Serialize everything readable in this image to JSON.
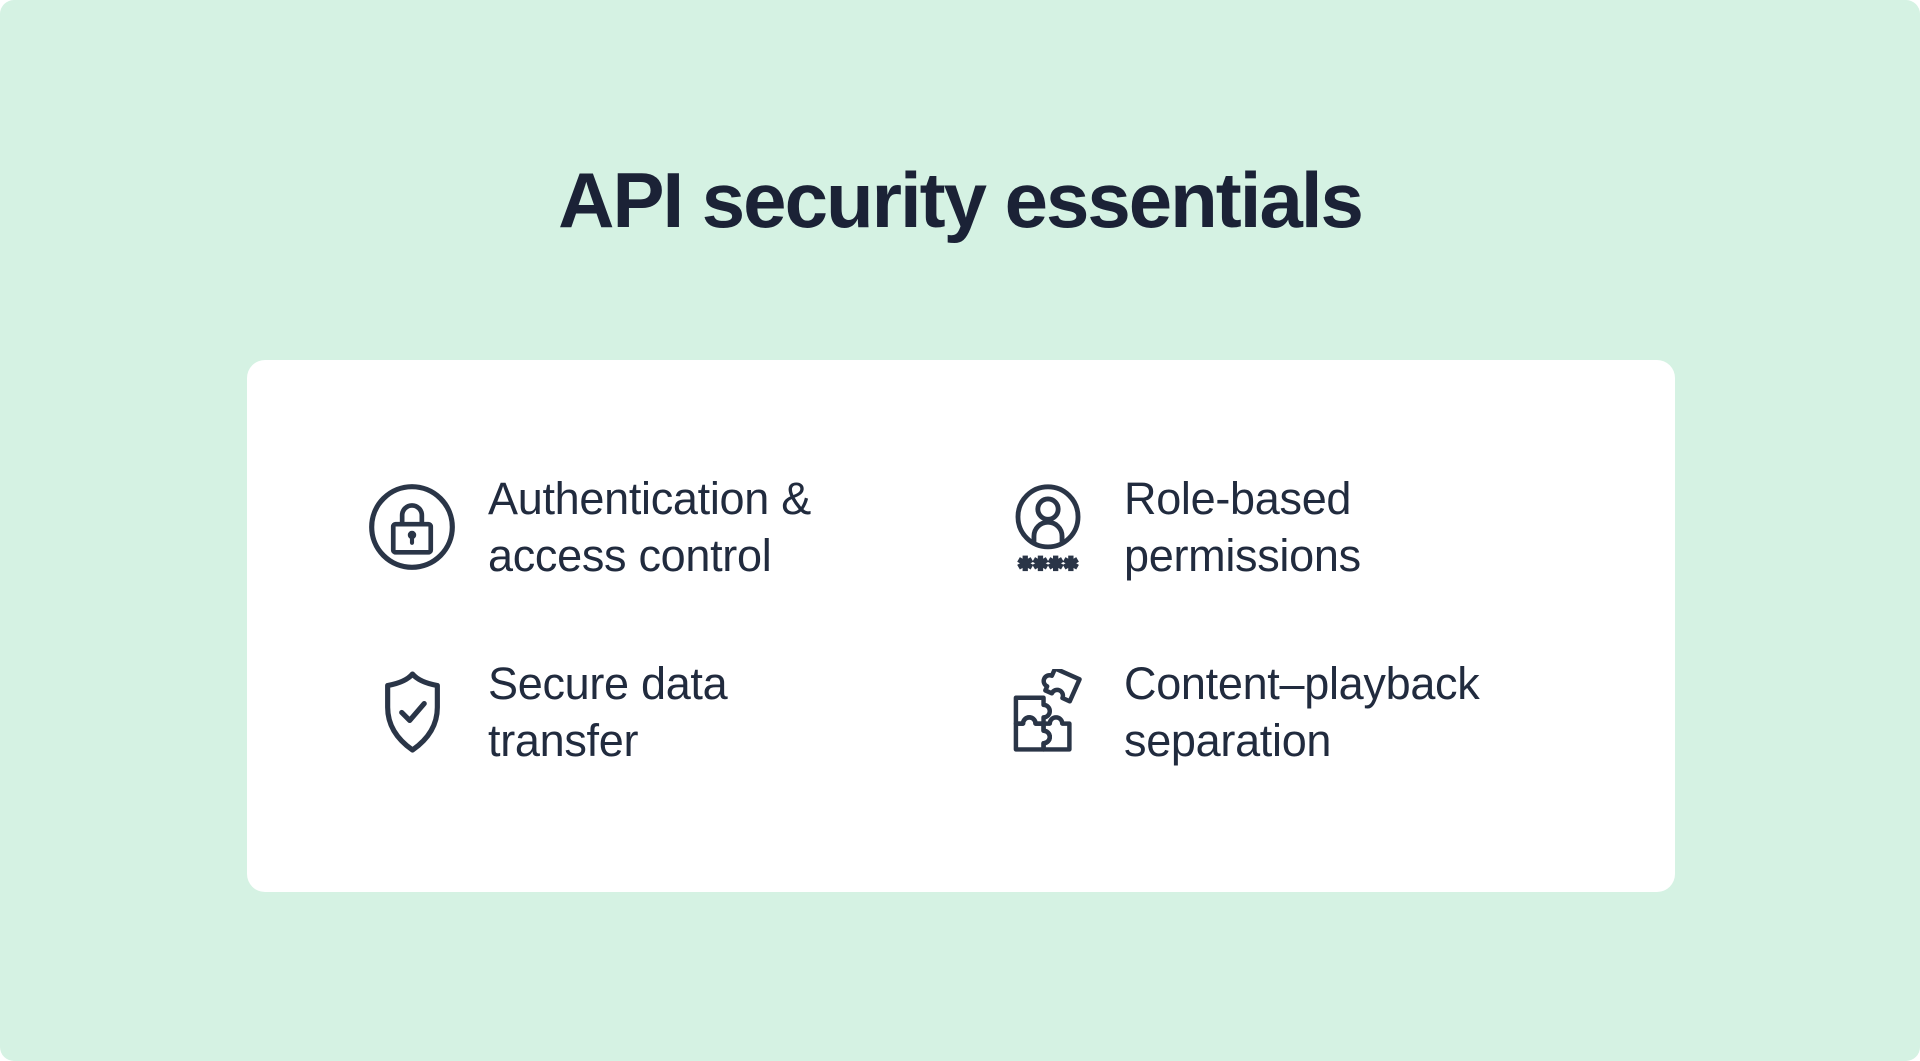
{
  "colors": {
    "background": "#d5f2e3",
    "card_background": "#ffffff",
    "text_ink": "#212b3e",
    "title_ink": "#1b2236",
    "icon_stroke": "#2a3547"
  },
  "title": "API security essentials",
  "card": {
    "items": [
      {
        "id": "authentication-access-control",
        "icon": "lock-in-circle-icon",
        "lines": [
          "Authentication &",
          "access control"
        ]
      },
      {
        "id": "role-based-permissions",
        "icon": "user-password-icon",
        "lines": [
          "Role-based",
          "permissions"
        ]
      },
      {
        "id": "secure-data-transfer",
        "icon": "shield-check-icon",
        "lines": [
          "Secure data",
          "transfer"
        ]
      },
      {
        "id": "content-playback-separation",
        "icon": "puzzle-pieces-icon",
        "lines": [
          "Content–playback",
          "separation"
        ]
      }
    ]
  }
}
